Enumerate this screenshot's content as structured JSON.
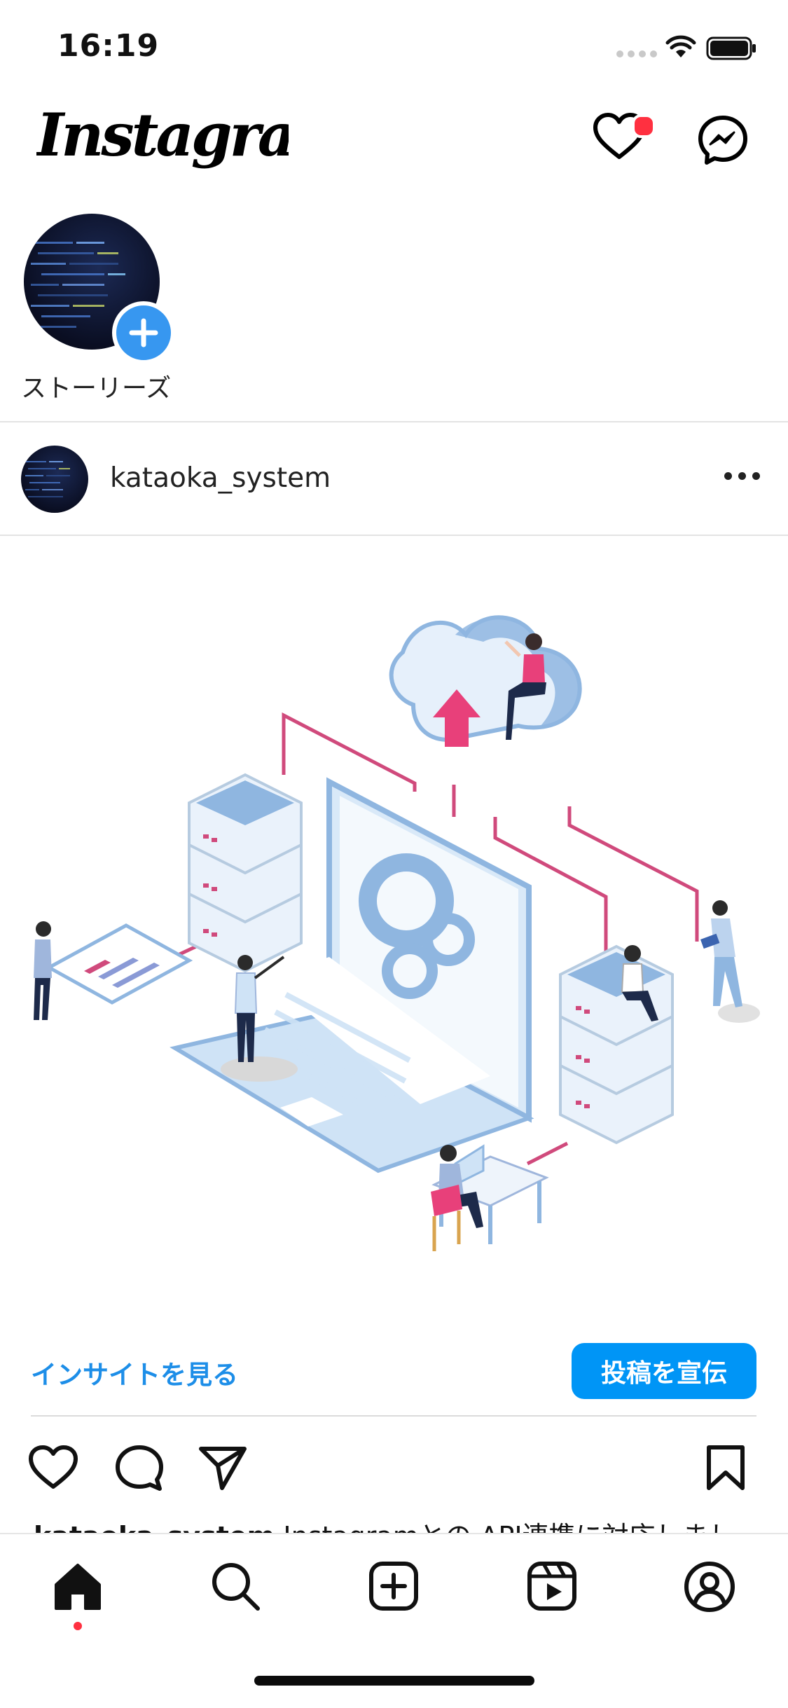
{
  "status_bar": {
    "time": "16:19"
  },
  "header": {
    "logo_text": "Instagram"
  },
  "stories": {
    "own_story_label": "ストーリーズ"
  },
  "post": {
    "username": "kataoka_system",
    "insights_link": "インサイトを見る",
    "promote_button": "投稿を宣伝",
    "caption_username": "kataoka_system",
    "caption_text": "Instagramとの API連携に対応しまし"
  },
  "tab_bar": {
    "items": [
      {
        "name": "home-icon",
        "active": true
      },
      {
        "name": "search-icon",
        "active": false
      },
      {
        "name": "create-post-icon",
        "active": false
      },
      {
        "name": "reels-icon",
        "active": false
      },
      {
        "name": "profile-icon",
        "active": false
      }
    ]
  },
  "colors": {
    "accent_blue": "#0095f6",
    "link_blue": "#1d8ee8",
    "notification_red": "#ff3040",
    "illustration_blue": "#8fb6e0",
    "illustration_pink": "#d04a7c"
  }
}
